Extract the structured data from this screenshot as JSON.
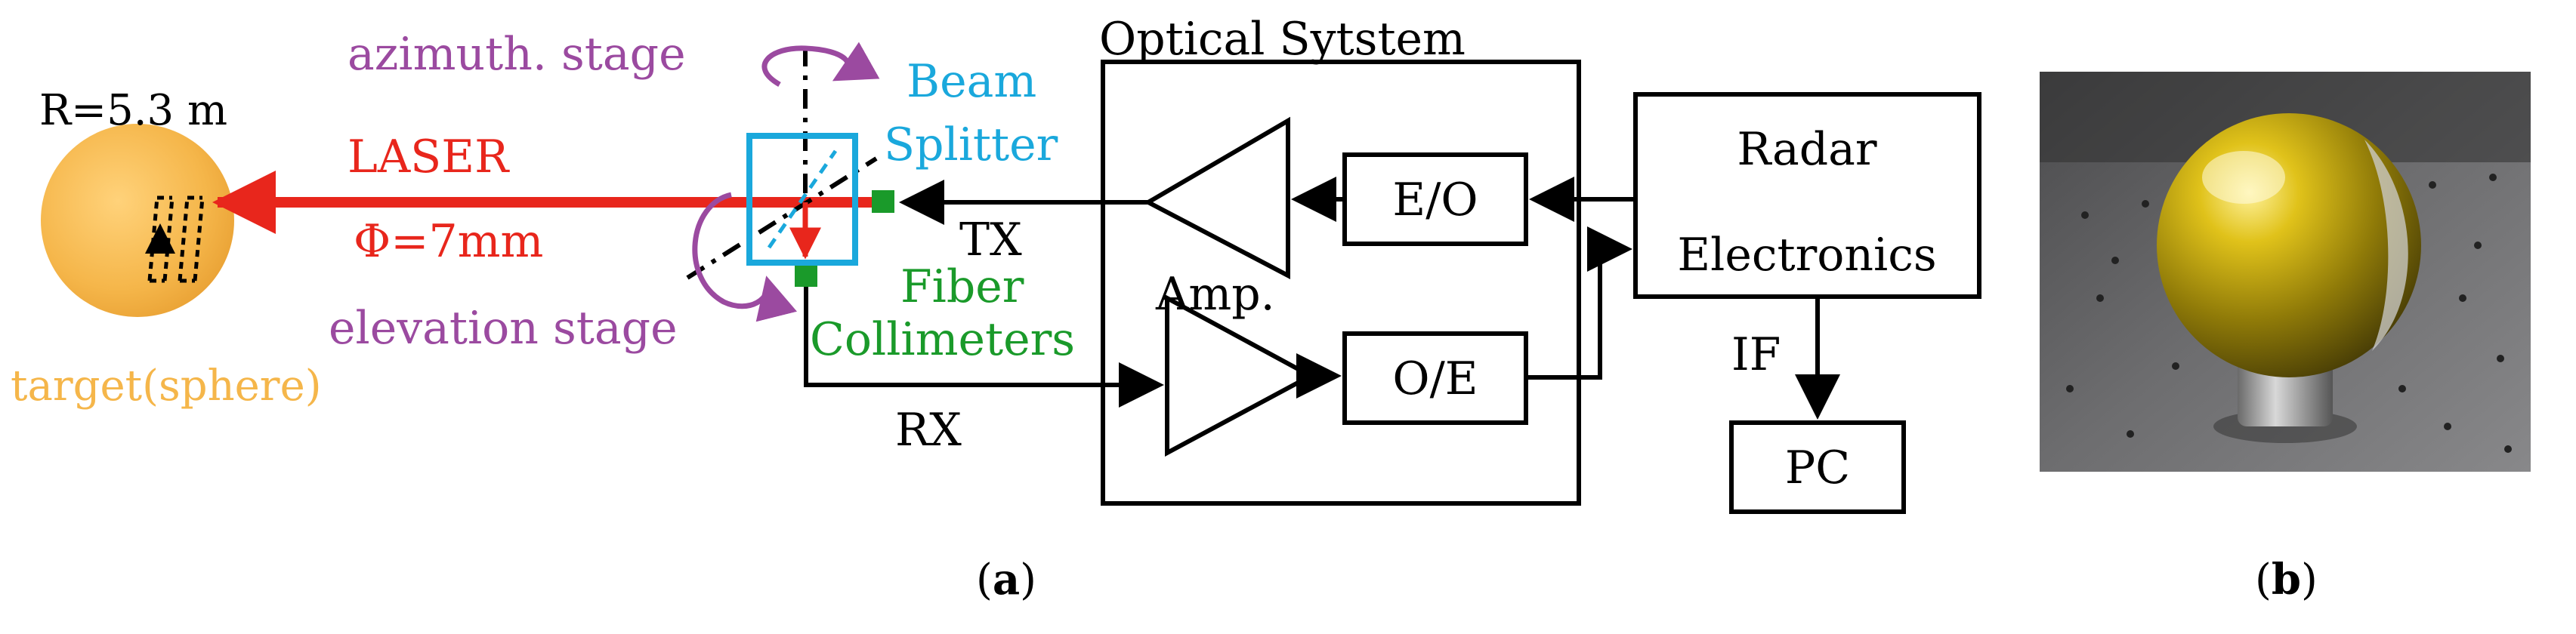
{
  "diagram": {
    "target": {
      "radius_label": "R=5.3 m",
      "name": "target(sphere)"
    },
    "laser": {
      "label": "LASER",
      "diameter": "Φ=7mm"
    },
    "stages": {
      "azimuth": "azimuth. stage",
      "elevation": "elevation stage"
    },
    "beam_splitter": {
      "line1": "Beam",
      "line2": "Splitter"
    },
    "fiber_collimeters": {
      "line1": "Fiber",
      "line2": "Collimeters"
    },
    "signals": {
      "tx": "TX",
      "rx": "RX",
      "if": "IF"
    },
    "optical_system": {
      "title": "Optical Sytstem",
      "amp": "Amp.",
      "eo": "E/O",
      "oe": "O/E"
    },
    "radar": {
      "line1": "Radar",
      "line2": "Electronics"
    },
    "pc": "PC"
  },
  "captions": {
    "a": "a",
    "b": "b"
  },
  "colors": {
    "laser": "#e8261c",
    "sphere": "#f5b64a",
    "stage": "#9b4aa0",
    "beam_splitter": "#1aa8dc",
    "fiber": "#1a9a2a",
    "target_label": "#f5b64a"
  }
}
